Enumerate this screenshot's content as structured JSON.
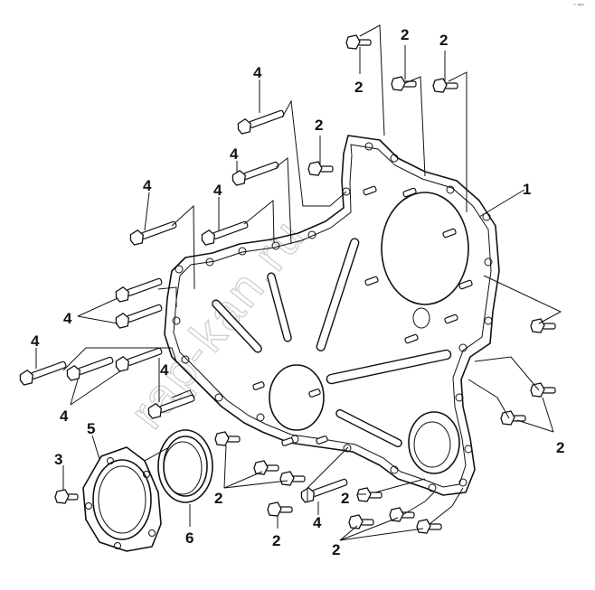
{
  "corner_mark": "⁼ ᵐᵐ",
  "watermark": "rap-kan.ru",
  "labels": [
    {
      "id": "l1",
      "text": "1"
    },
    {
      "id": "l2a",
      "text": "2"
    },
    {
      "id": "l2b",
      "text": "2"
    },
    {
      "id": "l2c",
      "text": "2"
    },
    {
      "id": "l2d",
      "text": "2"
    },
    {
      "id": "l2e",
      "text": "2"
    },
    {
      "id": "l2f",
      "text": "2"
    },
    {
      "id": "l2g",
      "text": "2"
    },
    {
      "id": "l2h",
      "text": "2"
    },
    {
      "id": "l2i",
      "text": "2"
    },
    {
      "id": "l3",
      "text": "3"
    },
    {
      "id": "l4a",
      "text": "4"
    },
    {
      "id": "l4b",
      "text": "4"
    },
    {
      "id": "l4c",
      "text": "4"
    },
    {
      "id": "l4d",
      "text": "4"
    },
    {
      "id": "l4e",
      "text": "4"
    },
    {
      "id": "l4f",
      "text": "4"
    },
    {
      "id": "l4g",
      "text": "4"
    },
    {
      "id": "l4h",
      "text": "4"
    },
    {
      "id": "l4i",
      "text": "4"
    },
    {
      "id": "l5",
      "text": "5"
    },
    {
      "id": "l6",
      "text": "6"
    }
  ]
}
